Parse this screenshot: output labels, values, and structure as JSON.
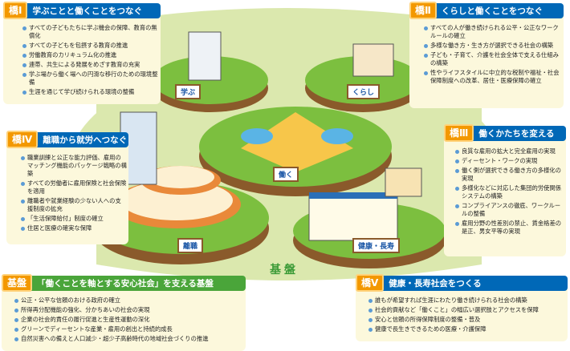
{
  "colors": {
    "badge": "#f39800",
    "header_blue": "#0068b7",
    "header_green": "#4aa53a",
    "bullet": "#5b9bd5",
    "box_bg": "#fcf8dc",
    "ground": "#dbe8ae"
  },
  "bridge1": {
    "badge": "橋Ⅰ",
    "title": "学ぶことと働くことをつなぐ",
    "items": [
      "すべての子どもたちに学ぶ機会の保障、教育の無償化",
      "すべての子どもを包摂する教育の推進",
      "労働教育のカリキュラム化の推進",
      "連帯、共生による発展をめざす教育の充実",
      "学ぶ場から働く場への円滑な移行のための環境整備",
      "生涯を通じて学び続けられる環境の整備"
    ]
  },
  "bridge2": {
    "badge": "橋Ⅱ",
    "title": "くらしと働くことをつなぐ",
    "items": [
      "すべての人が働き続けられる公平・公正なワークルールの確立",
      "多様な働き方・生き方が選択できる社会の構築",
      "子ども・子育て、介護を社会全体で支える仕組みの構築",
      "性やライフスタイルに中立的な税制や福祉・社会保障制度への改革、居住・医療保障の確立"
    ]
  },
  "bridge3": {
    "badge": "橋Ⅲ",
    "title": "働くかたちを変える",
    "items": [
      "良質な雇用の拡大と完全雇用の実現",
      "ディーセント・ワークの実現",
      "働く側が選択できる働き方の多様化の実現",
      "多様化などに対応した集団的労使関係システムの構築",
      "コンプライアンスの徹底、ワークルールの整備",
      "雇用分野の性差別の禁止、賃金格差の是正、男女平等の実現"
    ]
  },
  "bridge4": {
    "badge": "橋Ⅳ",
    "title": "離職から就労へつなぐ",
    "items": [
      "職業訓練と公正な能力評価、雇用のマッチング機能のパッケージ戦略の構築",
      "すべての労働者に雇用保険と社会保険を適用",
      "離職者や就業経験の少ない人への支援制度の拡充",
      "「生活保障給付」制度の確立",
      "住居と医療の確実な保障"
    ]
  },
  "bridge5": {
    "badge": "橋Ⅴ",
    "title": "健康・長寿社会をつくる",
    "items": [
      "誰もが希望すれば生涯にわたり働き続けられる社会の構築",
      "社会的貢献など「働くこと」の幅広い選択肢とアクセスを保障",
      "安心と信頼の所得保障制度の整備・普及",
      "健康で長生きできるための医療・介護保障"
    ]
  },
  "base": {
    "badge": "基盤",
    "title": "「働くことを軸とする安心社会」を支える基盤",
    "items": [
      "公正・公平な信頼のおける政府の確立",
      "所得再分配機能の強化、分かちあいの社会の実現",
      "企業の社会的責任の履行促進と生産性運動の深化",
      "グリーンでディーセントな産業・雇用の創出と持続的成長",
      "自然災害への備えと人口減少・超少子高齢時代の地域社会づくりの推進"
    ]
  },
  "islands": {
    "learn": "学ぶ",
    "life": "くらし",
    "work": "働く",
    "leave": "離職",
    "health": "健康・長寿",
    "ground": "基盤"
  }
}
